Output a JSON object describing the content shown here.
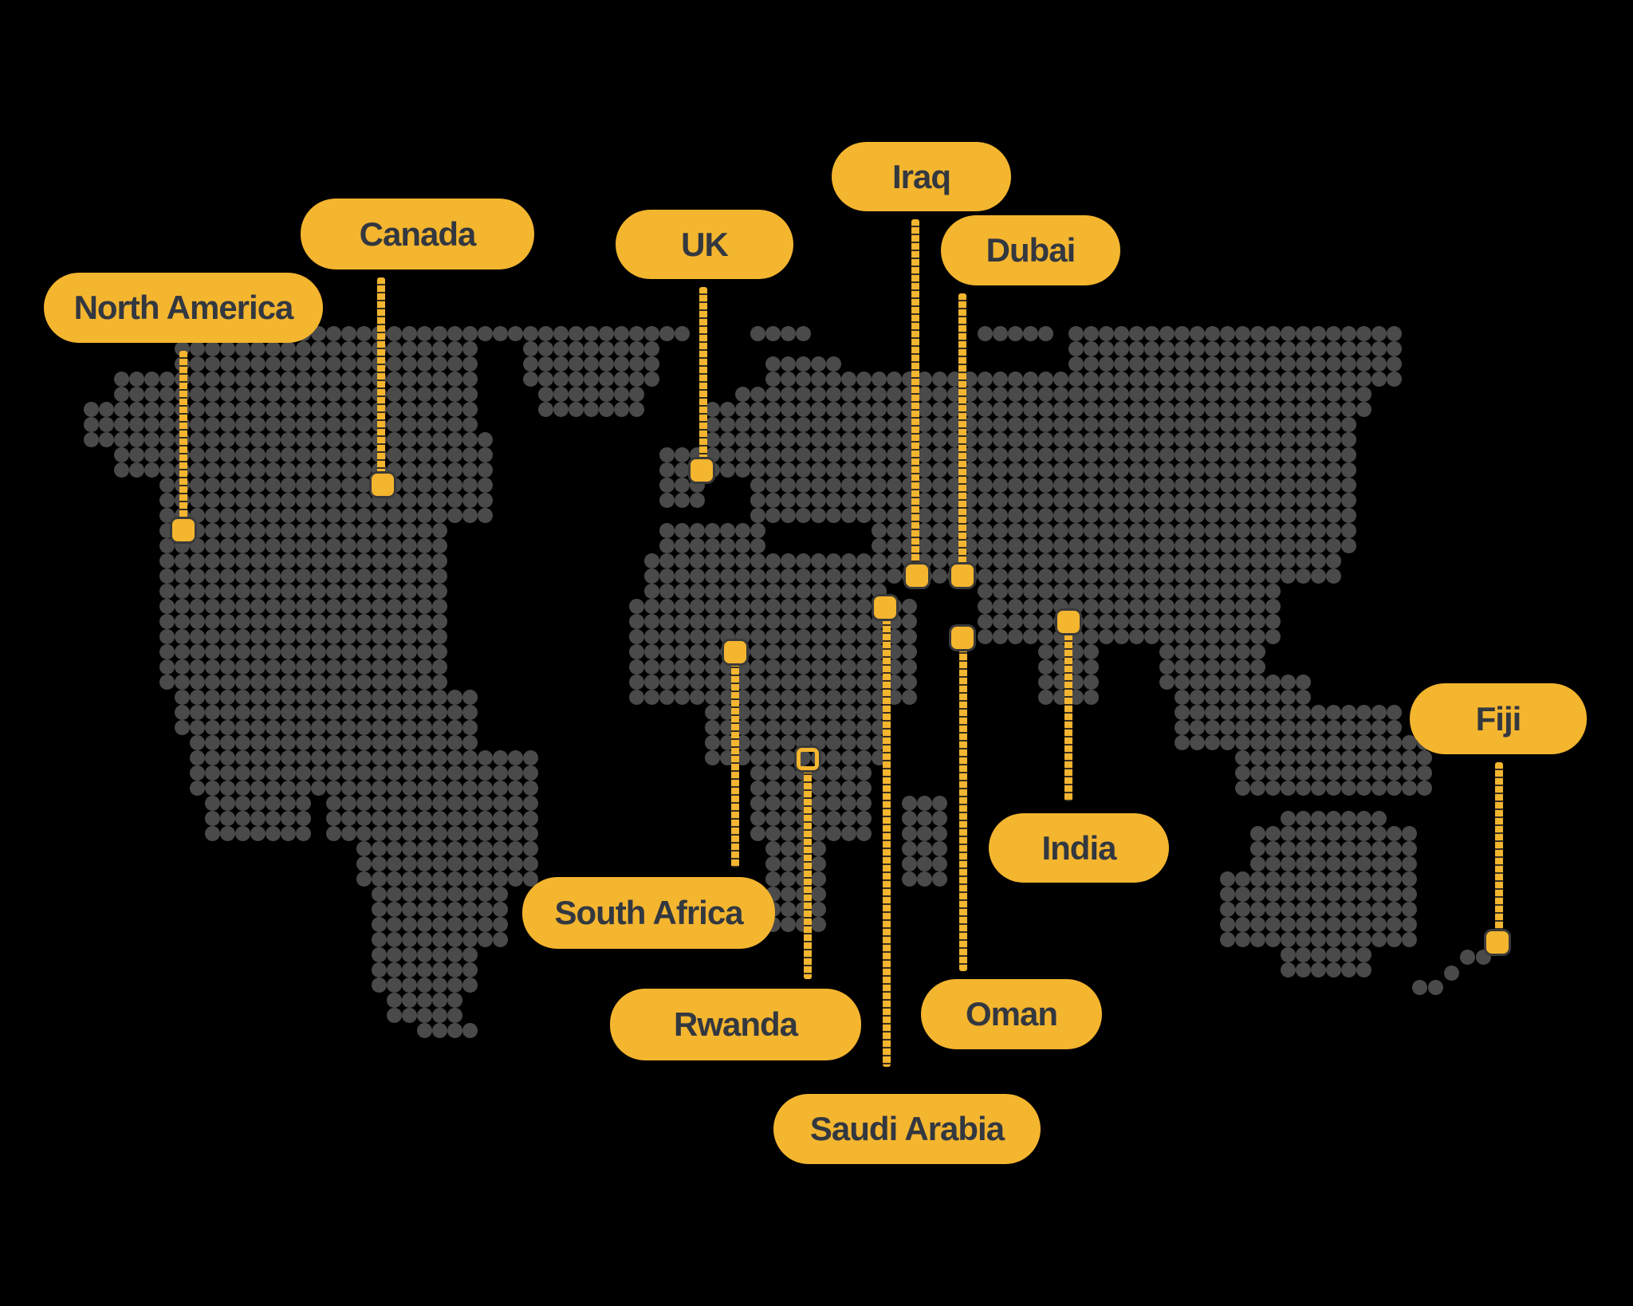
{
  "colors": {
    "background": "#000000",
    "land_dot": "#4a4a4a",
    "accent": "#f4b52f",
    "label_text": "#333840"
  },
  "locations": [
    {
      "label": "North America",
      "pill": [
        55,
        342,
        350,
        88
      ],
      "line": [
        230,
        440,
        660
      ],
      "marker": [
        230,
        665
      ]
    },
    {
      "label": "Canada",
      "pill": [
        377,
        249,
        293,
        89
      ],
      "line": [
        478,
        348,
        600
      ],
      "marker": [
        480,
        608
      ]
    },
    {
      "label": "UK",
      "pill": [
        772,
        263,
        223,
        87
      ],
      "line": [
        882,
        360,
        580
      ],
      "marker": [
        880,
        590
      ]
    },
    {
      "label": "Iraq",
      "pill": [
        1043,
        178,
        225,
        87
      ],
      "line": [
        1148,
        275,
        712
      ],
      "marker": [
        1150,
        722
      ]
    },
    {
      "label": "Dubai",
      "pill": [
        1180,
        270,
        225,
        88
      ],
      "line": [
        1207,
        368,
        712
      ],
      "marker": [
        1207,
        722
      ]
    },
    {
      "label": "India",
      "pill": [
        1240,
        1020,
        226,
        87
      ],
      "line": [
        1340,
        785,
        1005
      ],
      "marker": [
        1340,
        780
      ]
    },
    {
      "label": "Fiji",
      "pill": [
        1768,
        857,
        222,
        89
      ],
      "line": [
        1880,
        956,
        1170
      ],
      "marker": [
        1878,
        1182
      ]
    },
    {
      "label": "South Africa",
      "pill": [
        655,
        1100,
        317,
        90
      ],
      "line": [
        922,
        828,
        1088
      ],
      "marker": [
        922,
        818
      ]
    },
    {
      "label": "Rwanda",
      "pill": [
        765,
        1240,
        315,
        90
      ],
      "line": [
        1013,
        962,
        1228
      ],
      "marker": [
        1013,
        952
      ],
      "hollow": true
    },
    {
      "label": "Saudi Arabia",
      "pill": [
        970,
        1372,
        335,
        88
      ],
      "line": [
        1112,
        775,
        1338
      ],
      "marker": [
        1110,
        762
      ]
    },
    {
      "label": "Oman",
      "pill": [
        1155,
        1228,
        227,
        88
      ],
      "line": [
        1208,
        810,
        1218
      ],
      "marker": [
        1207,
        800
      ]
    }
  ]
}
